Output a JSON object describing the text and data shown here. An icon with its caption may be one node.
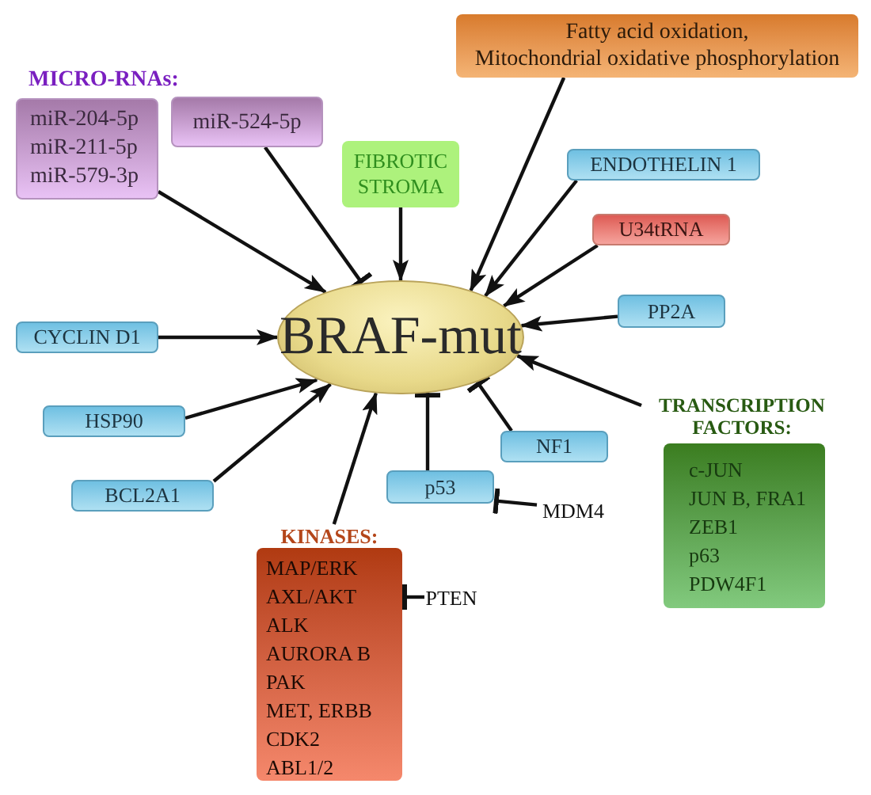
{
  "diagram": {
    "nodes": [
      {
        "text": [
          "BRAF-mut"
        ]
      },
      {
        "text": [
          "miR-204-5p",
          "miR-211-5p",
          "miR-579-3p"
        ]
      },
      {
        "text": [
          "miR-524-5p"
        ]
      },
      {
        "text": [
          "FIBROTIC STROMA"
        ]
      },
      {
        "text": [
          "Fatty acid oxidation,",
          "Mitochondrial oxidative phosphorylation"
        ]
      },
      {
        "text": [
          "ENDOTHELIN 1"
        ]
      },
      {
        "text": [
          "U34tRNA"
        ]
      },
      {
        "text": [
          "PP2A"
        ]
      },
      {
        "text": [
          "TRANSCRIPTION FACTORS:",
          "c-JUN",
          "JUN B, FRA1",
          "ZEB1",
          "p63",
          "PDW4F1"
        ]
      },
      {
        "text": [
          "NF1"
        ]
      },
      {
        "text": [
          "p53"
        ]
      },
      {
        "text": [
          "MDM4"
        ]
      },
      {
        "text": [
          "KINASES:",
          "MAP/ERK",
          "AXL/AKT",
          "ALK",
          "AURORA B",
          "PAK",
          "MET, ERBB",
          "CDK2",
          "ABL1/2"
        ]
      },
      {
        "text": [
          "PTEN"
        ]
      },
      {
        "text": [
          "BCL2A1"
        ]
      },
      {
        "text": [
          "HSP90"
        ]
      },
      {
        "text": [
          "CYCLIN D1"
        ]
      }
    ],
    "edges": [
      {
        "from": 1,
        "to": 0,
        "arrow": "to"
      },
      {
        "from": 2,
        "to": 0,
        "arrow": "other"
      },
      {
        "from": 3,
        "to": 0,
        "arrow": "to"
      },
      {
        "from": 4,
        "to": 0,
        "arrow": "to"
      },
      {
        "from": 5,
        "to": 0,
        "arrow": "to"
      },
      {
        "from": 6,
        "to": 0,
        "arrow": "to"
      },
      {
        "from": 7,
        "to": 0,
        "arrow": "to"
      },
      {
        "from": 8,
        "to": 0,
        "arrow": "to"
      },
      {
        "from": 9,
        "to": 0,
        "arrow": "other"
      },
      {
        "from": 10,
        "to": 0,
        "arrow": "other"
      },
      {
        "from": 11,
        "to": 10,
        "arrow": "other"
      },
      {
        "from": 12,
        "to": 0,
        "arrow": "to"
      },
      {
        "from": 13,
        "to": 12,
        "arrow": "other"
      },
      {
        "from": 14,
        "to": 0,
        "arrow": "to"
      },
      {
        "from": 15,
        "to": 0,
        "arrow": "to"
      },
      {
        "from": 16,
        "to": 0,
        "arrow": "to"
      }
    ],
    "labels": [
      "MICRO-RNAs:"
    ]
  }
}
